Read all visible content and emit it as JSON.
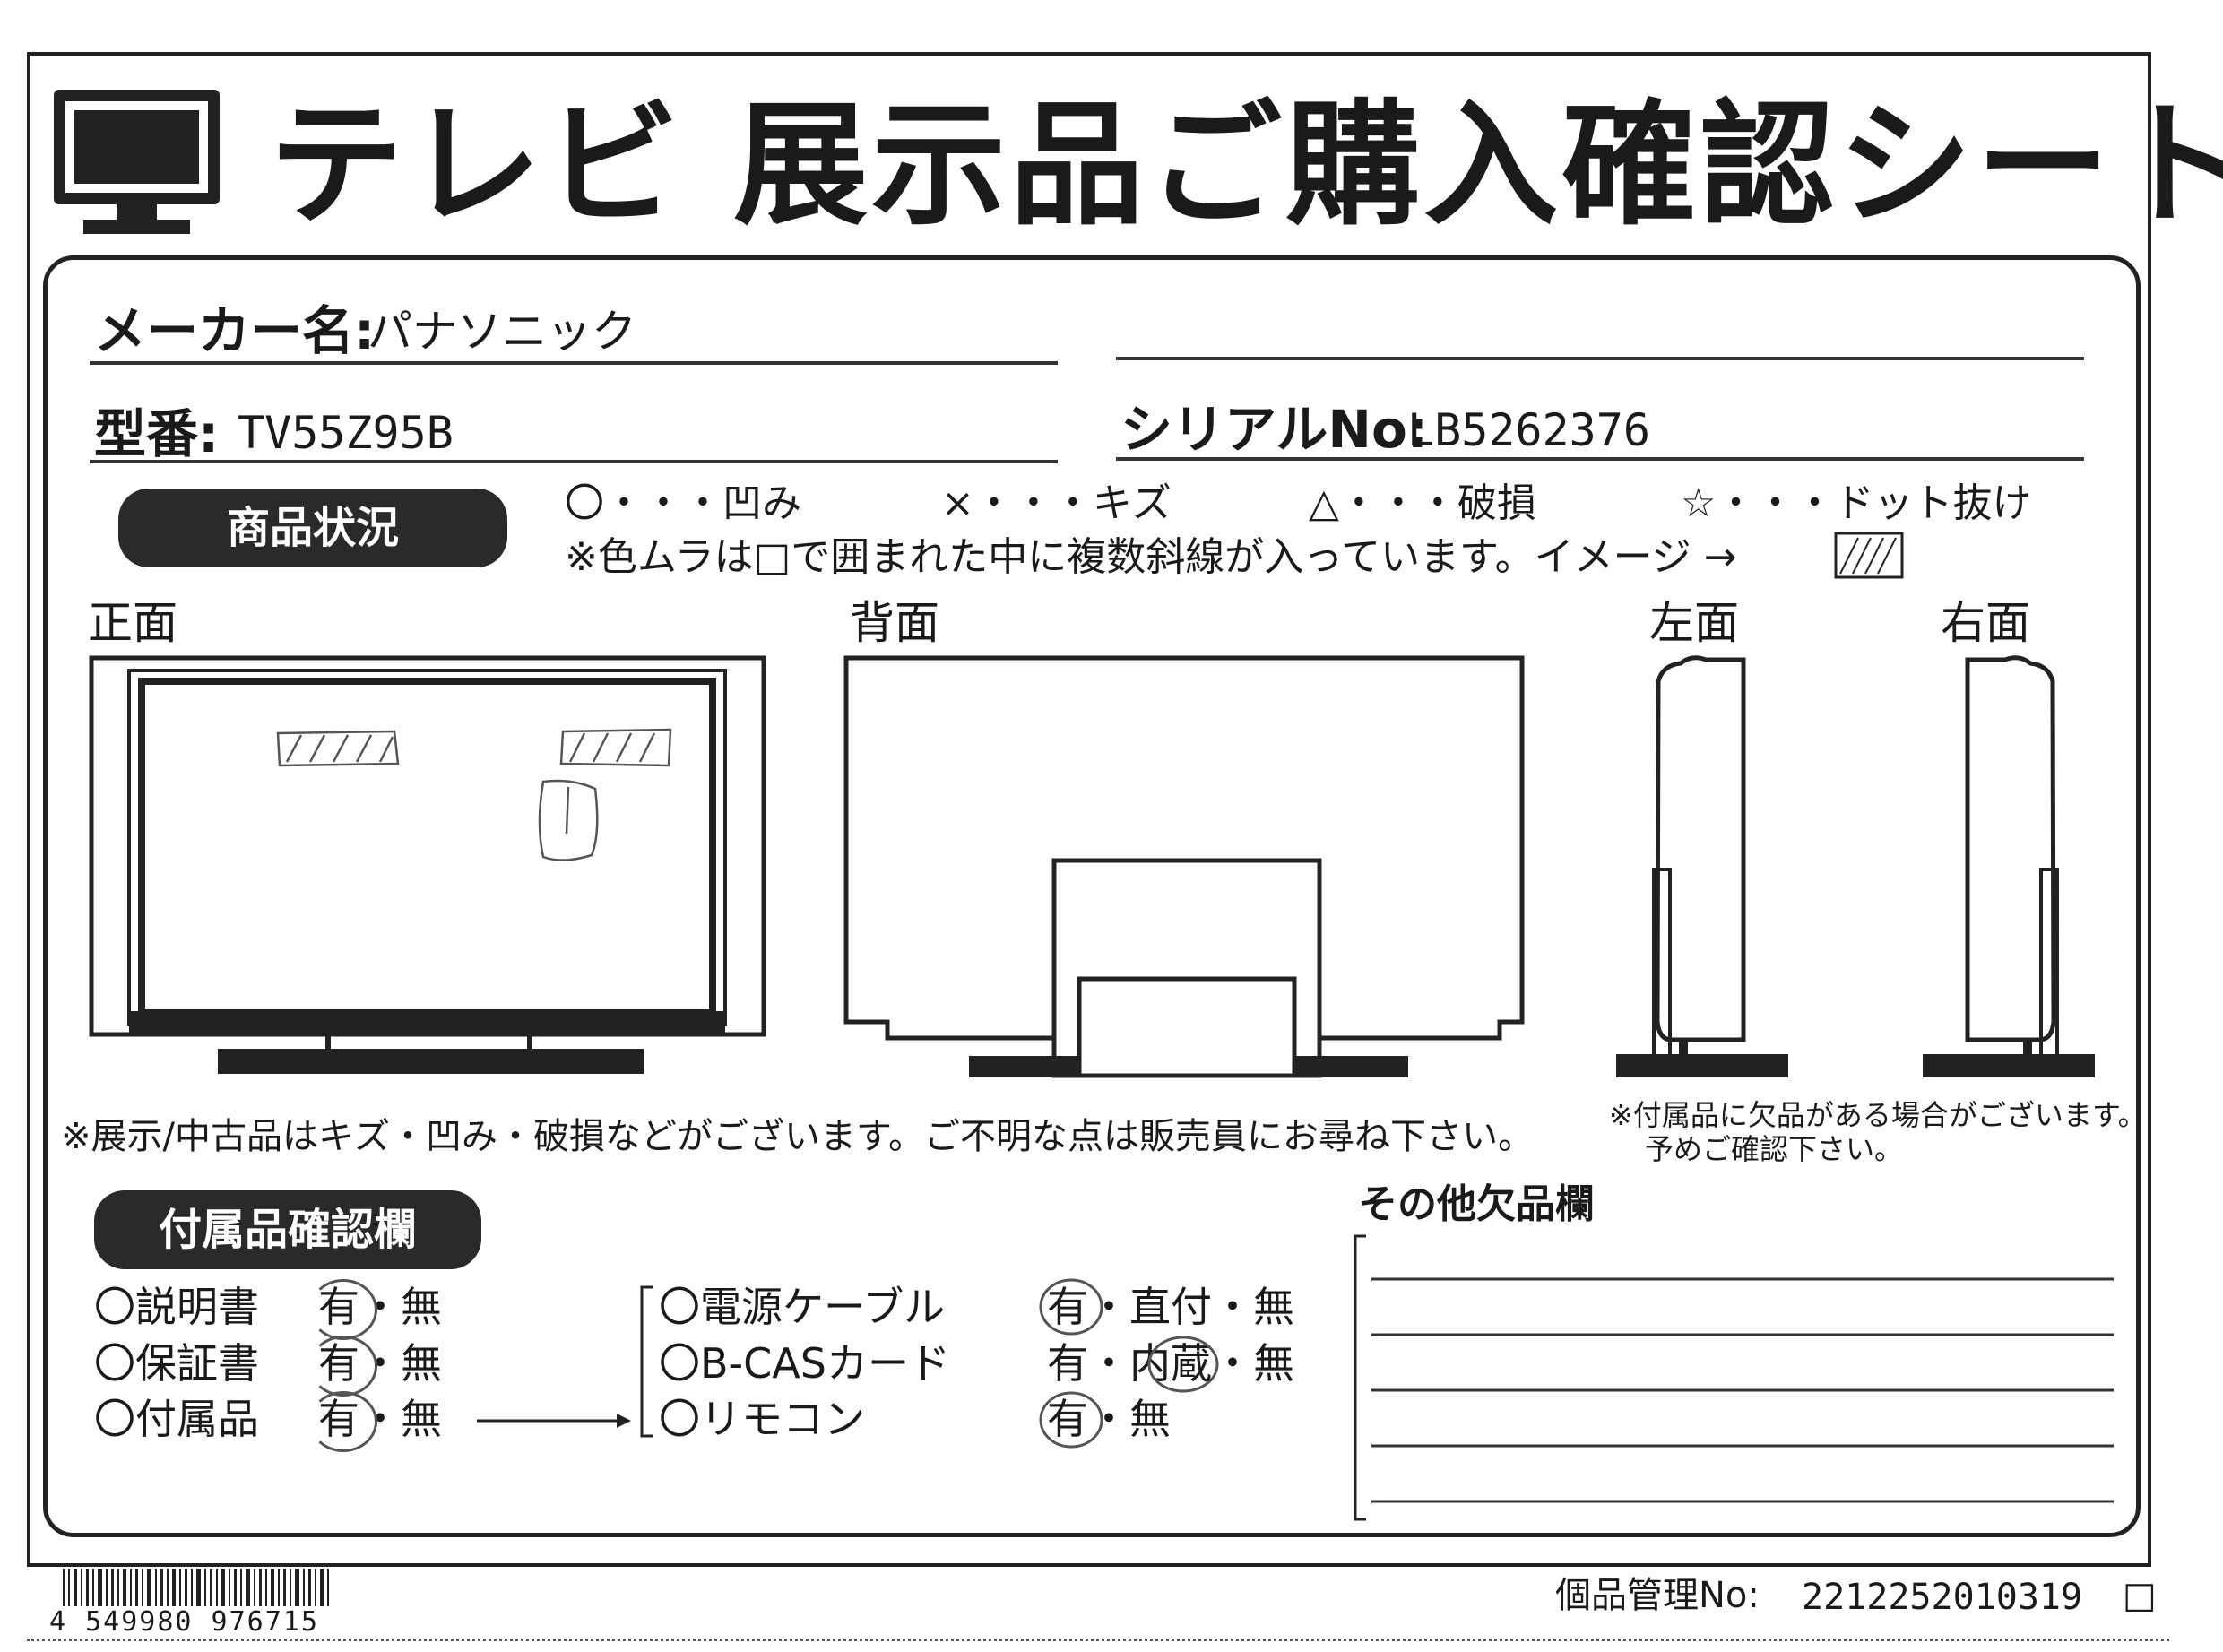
{
  "title": "テレビ 展示品ご購入確認シート",
  "maker": {
    "label": "メーカー名:",
    "value": "パナソニック"
  },
  "model": {
    "label": "型番:",
    "value": "TV55Z95B"
  },
  "serial": {
    "label": "シリアルNo:",
    "value": "LB5262376"
  },
  "condition": {
    "badge": "商品状況",
    "legend": [
      "〇・・・凹み",
      "×・・・キズ",
      "△・・・破損",
      "☆・・・ドット抜け"
    ],
    "note": "※色ムラは□で囲まれた中に複数斜線が入っています。イメージ →"
  },
  "views": {
    "front": "正面",
    "back": "背面",
    "left": "左面",
    "right": "右面"
  },
  "notes": {
    "main": "※展示/中古品はキズ・凹み・破損などがございます。ご不明な点は販売員にお尋ね下さい。",
    "accessory_1": "※付属品に欠品がある場合がございます。",
    "accessory_2": "予めご確認下さい。"
  },
  "accessories": {
    "badge": "付属品確認欄",
    "left": [
      {
        "name": "〇説明書",
        "yes": "有",
        "sep": "・",
        "no": "無"
      },
      {
        "name": "〇保証書",
        "yes": "有",
        "sep": "・",
        "no": "無"
      },
      {
        "name": "〇付属品",
        "yes": "有",
        "sep": "・",
        "no": "無"
      }
    ],
    "right": [
      {
        "name": "〇電源ケーブル",
        "opts": "有・直付・無"
      },
      {
        "name": "〇B-CASカード",
        "opts": "有・内蔵・無"
      },
      {
        "name": "〇リモコン",
        "opts": "有・無"
      }
    ]
  },
  "other_missing": {
    "label": "その他欠品欄"
  },
  "barcode": {
    "number": "4 549980 976715"
  },
  "management": {
    "label": "個品管理No:",
    "value": "2212252010319",
    "box": "□"
  }
}
